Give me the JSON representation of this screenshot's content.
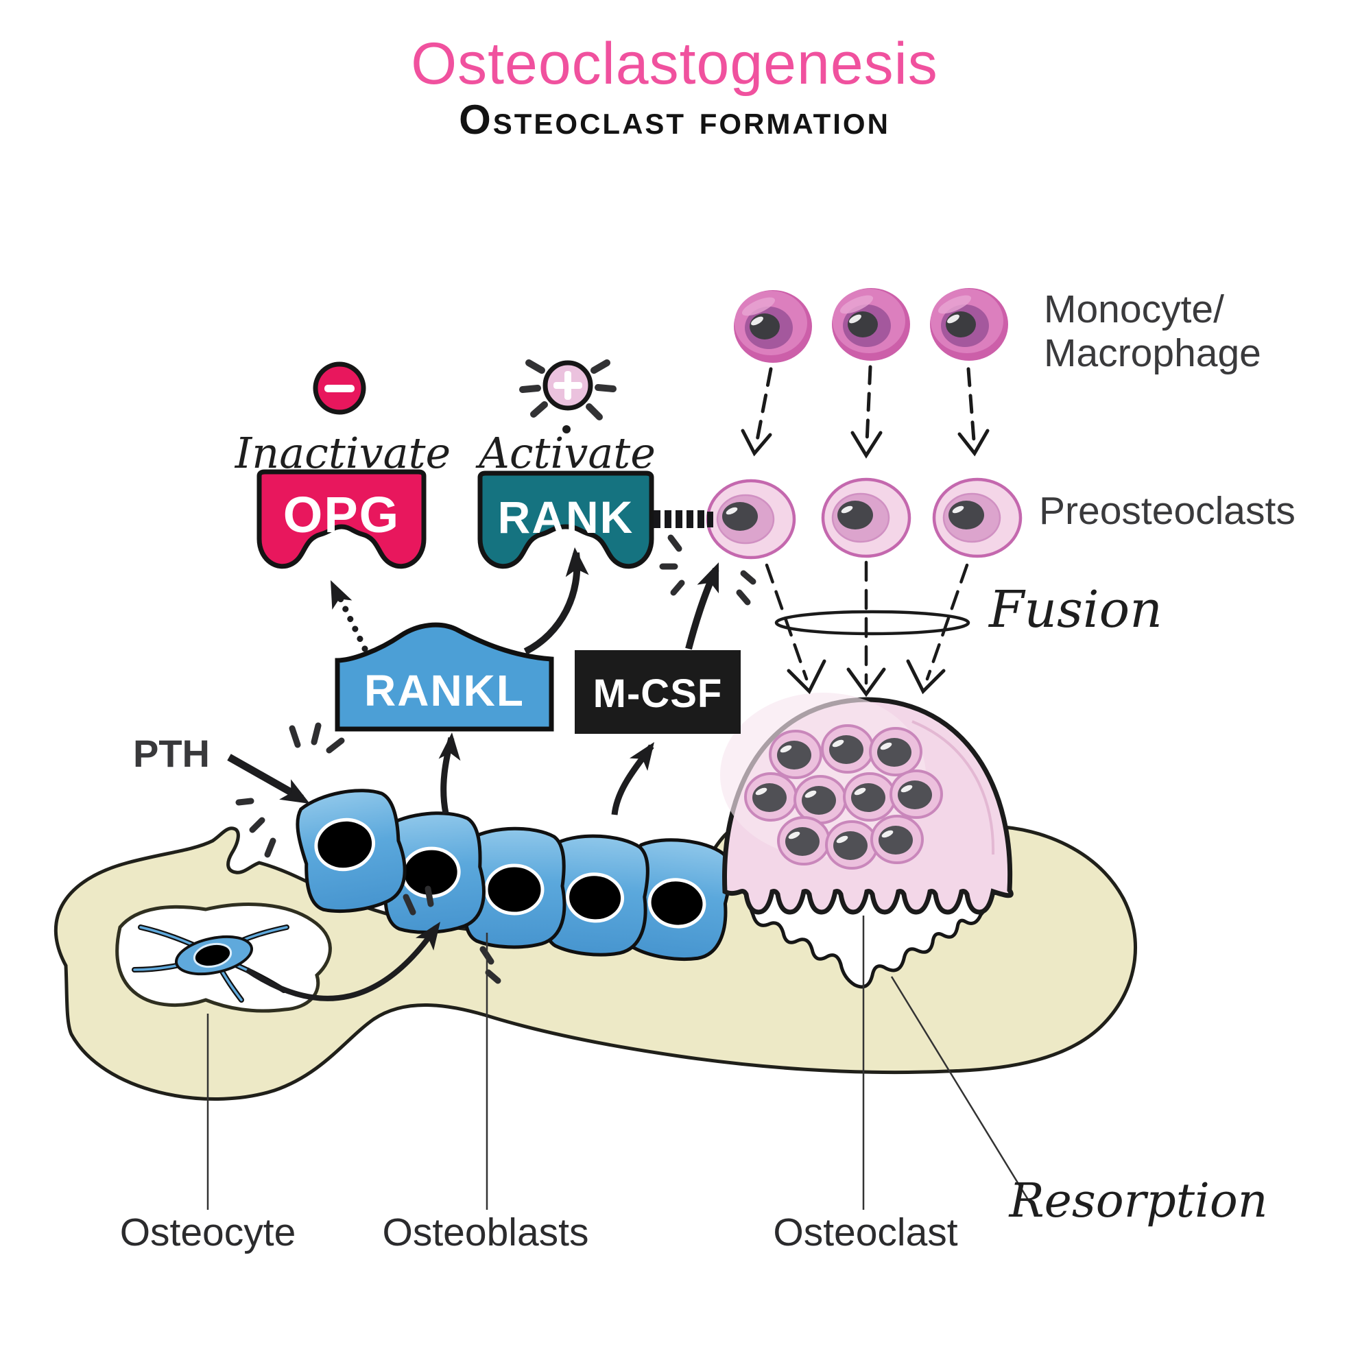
{
  "title": {
    "main": "Osteoclastogenesis",
    "subtitle": "Osteoclast formation"
  },
  "cells": {
    "monocyte_line1": "Monocyte/",
    "monocyte_line2": "Macrophage",
    "preosteoclasts": "Preosteoclasts",
    "osteocyte": "Osteocyte",
    "osteoblasts": "Osteoblasts",
    "osteoclast": "Osteoclast"
  },
  "process": {
    "fusion": "Fusion",
    "resorption": "Resorption",
    "inactivate": "Inactivate",
    "activate": "Activate"
  },
  "molecules": {
    "pth": "PTH",
    "opg": "OPG",
    "rank": "RANK",
    "rankl": "RANKL",
    "mcsf": "M-CSF"
  },
  "icons": {
    "minus": "minus-icon",
    "plus": "plus-icon"
  },
  "colors": {
    "title_pink": "#F0519E",
    "opg_red": "#E8175D",
    "rank_teal": "#157380",
    "rankl_blue": "#4C9FD6",
    "mcsf_black": "#1B1B1B",
    "bone_beige": "#EDE9C6",
    "osteoblast_blue": "#55A6DB",
    "monocyte_pink": "#D978BB",
    "preosteoclast_pink": "#F3D3E6",
    "osteoclast_pink": "#F3D7E8",
    "text_dark": "#3A3A3C"
  }
}
